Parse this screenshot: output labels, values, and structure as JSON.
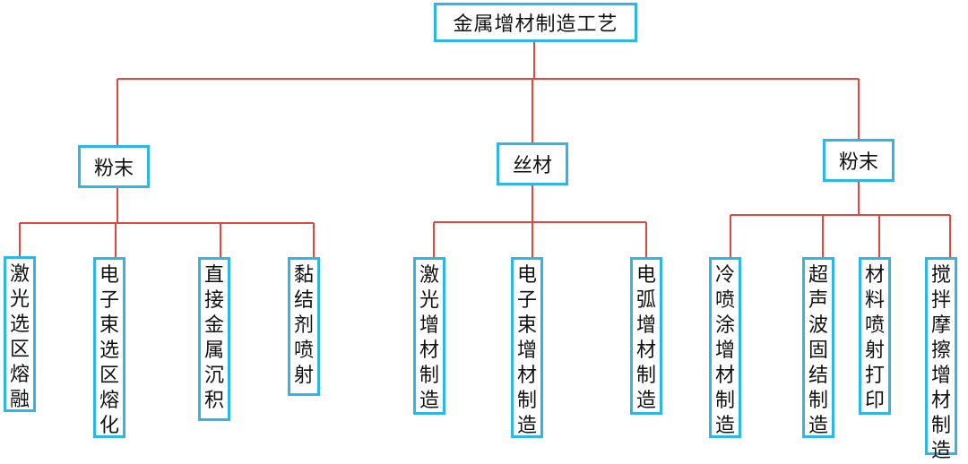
{
  "root": "金属增材制造工艺",
  "categories": [
    {
      "label": "粉末",
      "processes": [
        "激光选区熔融",
        "电子束选区熔化",
        "直接金属沉积",
        "黏结剂喷射"
      ]
    },
    {
      "label": "丝材",
      "processes": [
        "激光增材制造",
        "电子束增材制造",
        "电弧增材制造"
      ]
    },
    {
      "label": "粉末",
      "processes": [
        "冷喷涂增材制造",
        "超声波固结制造",
        "材料喷射打印",
        "搅拌摩擦增材制造"
      ]
    }
  ],
  "colors": {
    "box_border": "#2eb6e4",
    "connector": "#e0473f",
    "text": "#111111"
  }
}
